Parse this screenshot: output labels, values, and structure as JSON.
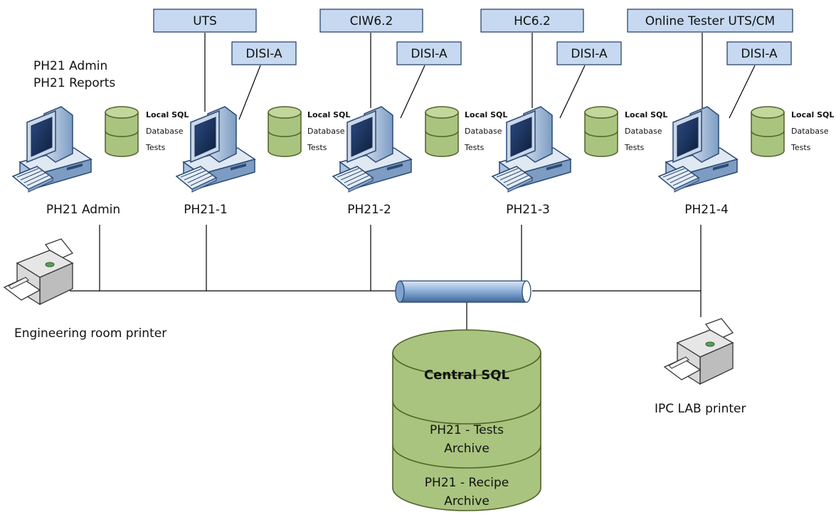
{
  "admin_roles": [
    "PH21 Admin",
    "PH21 Reports"
  ],
  "local_db_text": [
    "Local SQL",
    "Database",
    "Tests"
  ],
  "computers": [
    {
      "name": "PH21 Admin"
    },
    {
      "name": "PH21-1",
      "tool": "UTS",
      "disi": "DISI-A"
    },
    {
      "name": "PH21-2",
      "tool": "CIW6.2",
      "disi": "DISI-A"
    },
    {
      "name": "PH21-3",
      "tool": "HC6.2",
      "disi": "DISI-A"
    },
    {
      "name": "PH21-4",
      "tool": "Online Tester UTS/CM",
      "disi": "DISI-A"
    }
  ],
  "printers": [
    {
      "name": "Engineering room printer"
    },
    {
      "name": "IPC LAB printer"
    }
  ],
  "central_db": {
    "title": "Central SQL",
    "sections": [
      {
        "line1": "PH21 - Tests",
        "line2": "Archive"
      },
      {
        "line1": "PH21 - Recipe",
        "line2": "Archive"
      }
    ]
  },
  "colors": {
    "tool_box_fill": "#c6d9f1",
    "tool_box_stroke": "#1f3864",
    "db_fill": "#a9c47f",
    "db_fill_light": "#c3d69b",
    "db_stroke": "#4f6228",
    "computer_blue": "#4f81bd",
    "line": "#000000"
  }
}
